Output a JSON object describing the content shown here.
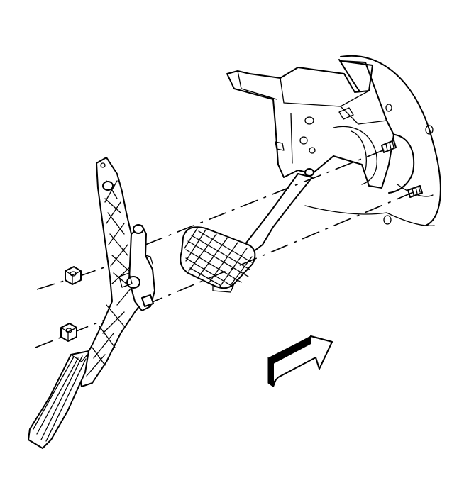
{
  "diagram": {
    "kind": "exploded service illustration",
    "components": [
      {
        "name": "accelerator-pedal-assembly"
      },
      {
        "name": "brake-pedal"
      },
      {
        "name": "pedal-mounting-bracket"
      },
      {
        "name": "dash-panel"
      },
      {
        "name": "mounting-studs",
        "count": 2
      },
      {
        "name": "mounting-nuts",
        "count": 2
      }
    ],
    "indicators": [
      {
        "name": "front-of-vehicle-arrow",
        "direction": "up-right"
      }
    ]
  }
}
